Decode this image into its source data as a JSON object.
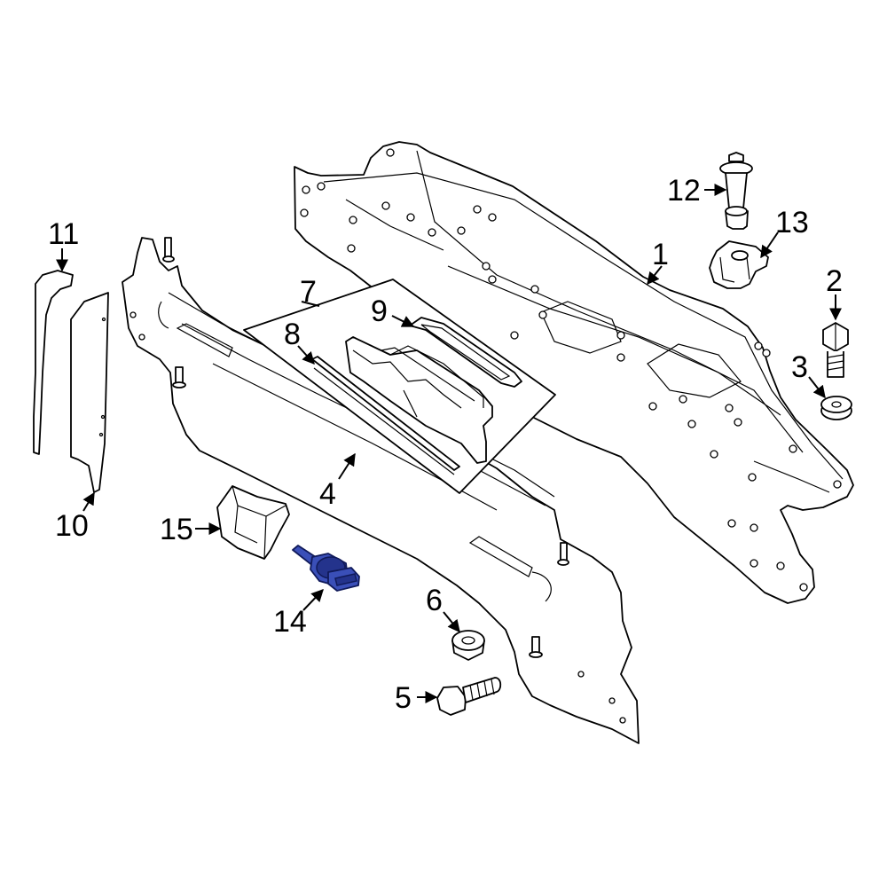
{
  "diagram": {
    "highlight_color": "#3a4fb8",
    "highlighted_part": "14",
    "callouts": [
      {
        "id": "c1",
        "label": "1"
      },
      {
        "id": "c2",
        "label": "2"
      },
      {
        "id": "c3",
        "label": "3"
      },
      {
        "id": "c4",
        "label": "4"
      },
      {
        "id": "c5",
        "label": "5"
      },
      {
        "id": "c6",
        "label": "6"
      },
      {
        "id": "c7",
        "label": "7"
      },
      {
        "id": "c8",
        "label": "8"
      },
      {
        "id": "c9",
        "label": "9"
      },
      {
        "id": "c10",
        "label": "10"
      },
      {
        "id": "c11",
        "label": "11"
      },
      {
        "id": "c12",
        "label": "12"
      },
      {
        "id": "c13",
        "label": "13"
      },
      {
        "id": "c14",
        "label": "14"
      },
      {
        "id": "c15",
        "label": "15"
      }
    ]
  }
}
